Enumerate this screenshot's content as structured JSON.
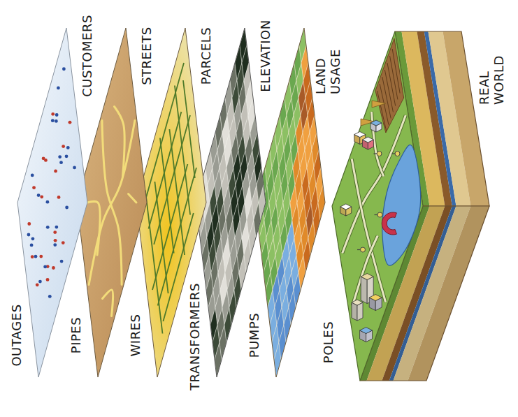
{
  "diagram": {
    "labels": [
      "CUSTOMERS",
      "STREETS",
      "PARCELS",
      "ELEVATION",
      "LAND USAGE",
      "REAL WORLD",
      "OUTAGES",
      "PIPES",
      "WIRES",
      "TRANSFORMERS",
      "PUMPS",
      "POLES"
    ]
  }
}
